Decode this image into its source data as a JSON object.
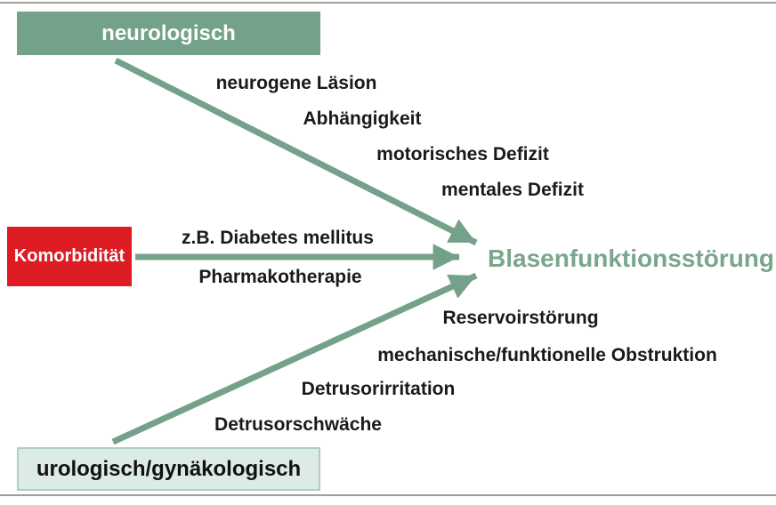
{
  "colors": {
    "green": "#74a189",
    "green_text": "#7aa68c",
    "red": "#dd1c23",
    "light_box_bg": "#dcebe7",
    "light_box_border": "#afccc5",
    "rule_line": "#a0a096"
  },
  "diagram": {
    "outcome": "Blasenfunktionsstörung",
    "pathways": [
      {
        "source": "neurologisch",
        "factors": [
          "neurogene Läsion",
          "Abhängigkeit",
          "motorisches Defizit",
          "mentales Defizit"
        ]
      },
      {
        "source": "Komorbidität",
        "factors": [
          "z.B. Diabetes mellitus",
          "Pharmakotherapie"
        ]
      },
      {
        "source": "urologisch/gynäkologisch",
        "factors": [
          "Reservoirstörung",
          "mechanische/funktionelle Obstruktion",
          "Detrusorirritation",
          "Detrusorschwäche"
        ]
      }
    ]
  }
}
